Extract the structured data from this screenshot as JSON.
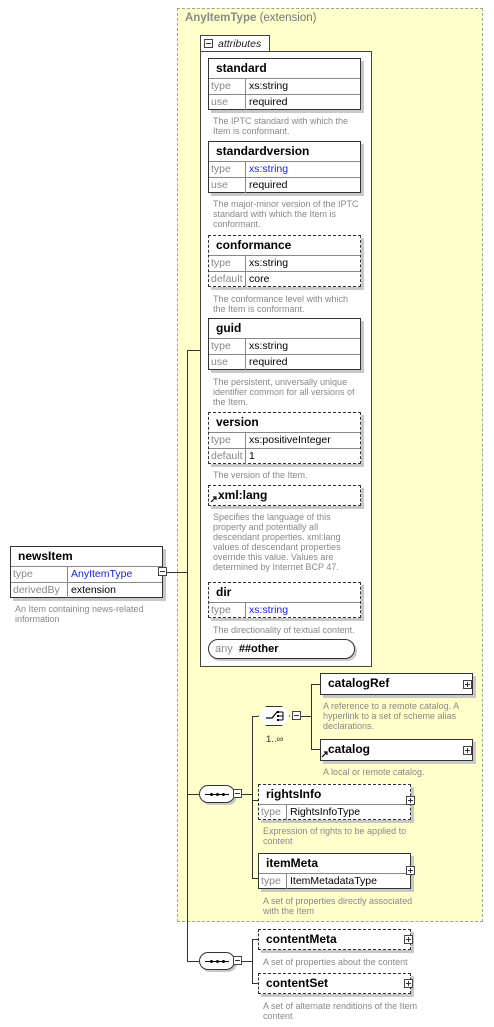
{
  "extension_box": {
    "type_name": "AnyItemType",
    "derivation": "(extension)"
  },
  "attributes_label": "attributes",
  "root": {
    "name": "newsItem",
    "rows": [
      {
        "key": "type",
        "value": "AnyItemType"
      },
      {
        "key": "derivedBy",
        "value": "extension"
      }
    ],
    "description": "An Item containing news-related information"
  },
  "attributes": [
    {
      "name": "standard",
      "rows": [
        {
          "key": "type",
          "value": "xs:string"
        },
        {
          "key": "use",
          "value": "required"
        }
      ],
      "description": "The IPTC standard with which the Item is conformant."
    },
    {
      "name": "standardversion",
      "rows": [
        {
          "key": "type",
          "value": "xs:string"
        },
        {
          "key": "use",
          "value": "required"
        }
      ],
      "description": "The major-minor version of the IPTC standard with which the Item is conformant."
    },
    {
      "name": "conformance",
      "rows": [
        {
          "key": "type",
          "value": "xs:string"
        },
        {
          "key": "default",
          "value": "core"
        }
      ],
      "description": "The conformance level with which the Item is conformant."
    },
    {
      "name": "guid",
      "rows": [
        {
          "key": "type",
          "value": "xs:string"
        },
        {
          "key": "use",
          "value": "required"
        }
      ],
      "description": "The persistent, universally unique identifier common for all versions of the Item."
    },
    {
      "name": "version",
      "rows": [
        {
          "key": "type",
          "value": "xs:positiveInteger"
        },
        {
          "key": "default",
          "value": "1"
        }
      ],
      "description": "The version of the Item."
    },
    {
      "name": "xml:lang",
      "rows": [],
      "description": "Specifies the language of this property and potentially all descendant properties. xml:lang values of descendant properties override this value. Values are determined by Internet BCP 47."
    },
    {
      "name": "dir",
      "rows": [
        {
          "key": "type",
          "value": "xs:string"
        }
      ],
      "description": "The directionality of textual content."
    }
  ],
  "any_attribute": {
    "label": "any",
    "value": "##other"
  },
  "choice_cardinality": "1..∞",
  "elements": [
    {
      "name": "catalogRef",
      "description": "A reference to a remote catalog. A hyperlink to a set of scheme alias declarations."
    },
    {
      "name": "catalog",
      "description": "A local or remote catalog."
    },
    {
      "name": "rightsInfo",
      "type_key": "type",
      "type_value": "RightsInfoType",
      "description": "Expression of rights to be applied to content"
    },
    {
      "name": "itemMeta",
      "type_key": "type",
      "type_value": "ItemMetadataType",
      "description": "A set of properties directly associated with the Item"
    },
    {
      "name": "contentMeta",
      "description": "A set of properties about the content"
    },
    {
      "name": "contentSet",
      "description": "A set of alternate renditions of the Item content"
    }
  ],
  "colors": {
    "extension_fill": "#ffffcc",
    "link": "#1a1ae0",
    "description_text": "#888888"
  }
}
